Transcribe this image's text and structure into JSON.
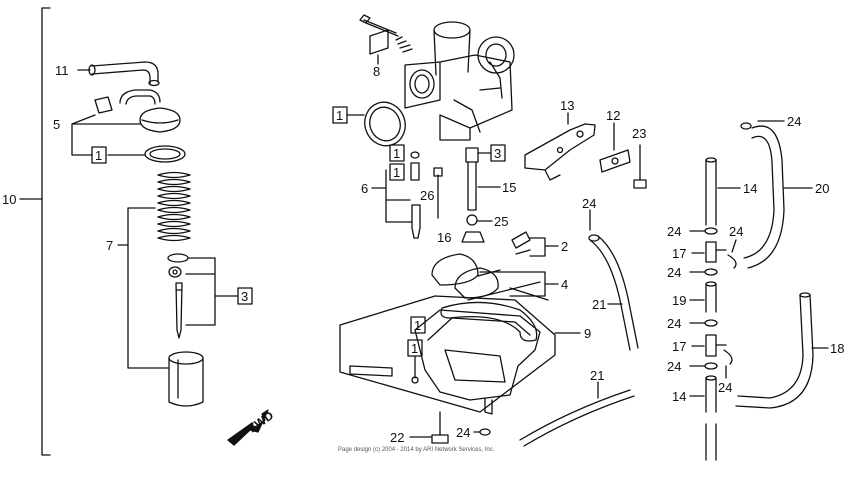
{
  "diagram": {
    "callouts": [
      {
        "id": "c-11",
        "text": "11"
      },
      {
        "id": "c-5",
        "text": "5"
      },
      {
        "id": "c-1a",
        "text": "1"
      },
      {
        "id": "c-10",
        "text": "10"
      },
      {
        "id": "c-7",
        "text": "7"
      },
      {
        "id": "c-3a",
        "text": "3"
      },
      {
        "id": "c-8",
        "text": "8"
      },
      {
        "id": "c-1b",
        "text": "1"
      },
      {
        "id": "c-13",
        "text": "13"
      },
      {
        "id": "c-12",
        "text": "12"
      },
      {
        "id": "c-23",
        "text": "23"
      },
      {
        "id": "c-1c",
        "text": "1"
      },
      {
        "id": "c-1d",
        "text": "1"
      },
      {
        "id": "c-3b",
        "text": "3"
      },
      {
        "id": "c-6",
        "text": "6"
      },
      {
        "id": "c-26",
        "text": "26"
      },
      {
        "id": "c-15",
        "text": "15"
      },
      {
        "id": "c-25",
        "text": "25"
      },
      {
        "id": "c-16",
        "text": "16"
      },
      {
        "id": "c-2",
        "text": "2"
      },
      {
        "id": "c-4",
        "text": "4"
      },
      {
        "id": "c-24a",
        "text": "24"
      },
      {
        "id": "c-21a",
        "text": "21"
      },
      {
        "id": "c-1e",
        "text": "1"
      },
      {
        "id": "c-9",
        "text": "9"
      },
      {
        "id": "c-1f",
        "text": "1"
      },
      {
        "id": "c-21b",
        "text": "21"
      },
      {
        "id": "c-22",
        "text": "22"
      },
      {
        "id": "c-24b",
        "text": "24"
      },
      {
        "id": "c-24c",
        "text": "24"
      },
      {
        "id": "c-14a",
        "text": "14"
      },
      {
        "id": "c-20",
        "text": "20"
      },
      {
        "id": "c-24d",
        "text": "24"
      },
      {
        "id": "c-24e",
        "text": "24"
      },
      {
        "id": "c-17a",
        "text": "17"
      },
      {
        "id": "c-24f",
        "text": "24"
      },
      {
        "id": "c-19",
        "text": "19"
      },
      {
        "id": "c-24g",
        "text": "24"
      },
      {
        "id": "c-17b",
        "text": "17"
      },
      {
        "id": "c-24h",
        "text": "24"
      },
      {
        "id": "c-24i",
        "text": "24"
      },
      {
        "id": "c-14b",
        "text": "14"
      },
      {
        "id": "c-18",
        "text": "18"
      }
    ],
    "fwd_label": "FWD",
    "copyright": "Page design (c) 2004 - 2014 by ARI Network Services, Inc."
  },
  "colors": {
    "line": "#111111",
    "background": "#ffffff"
  }
}
